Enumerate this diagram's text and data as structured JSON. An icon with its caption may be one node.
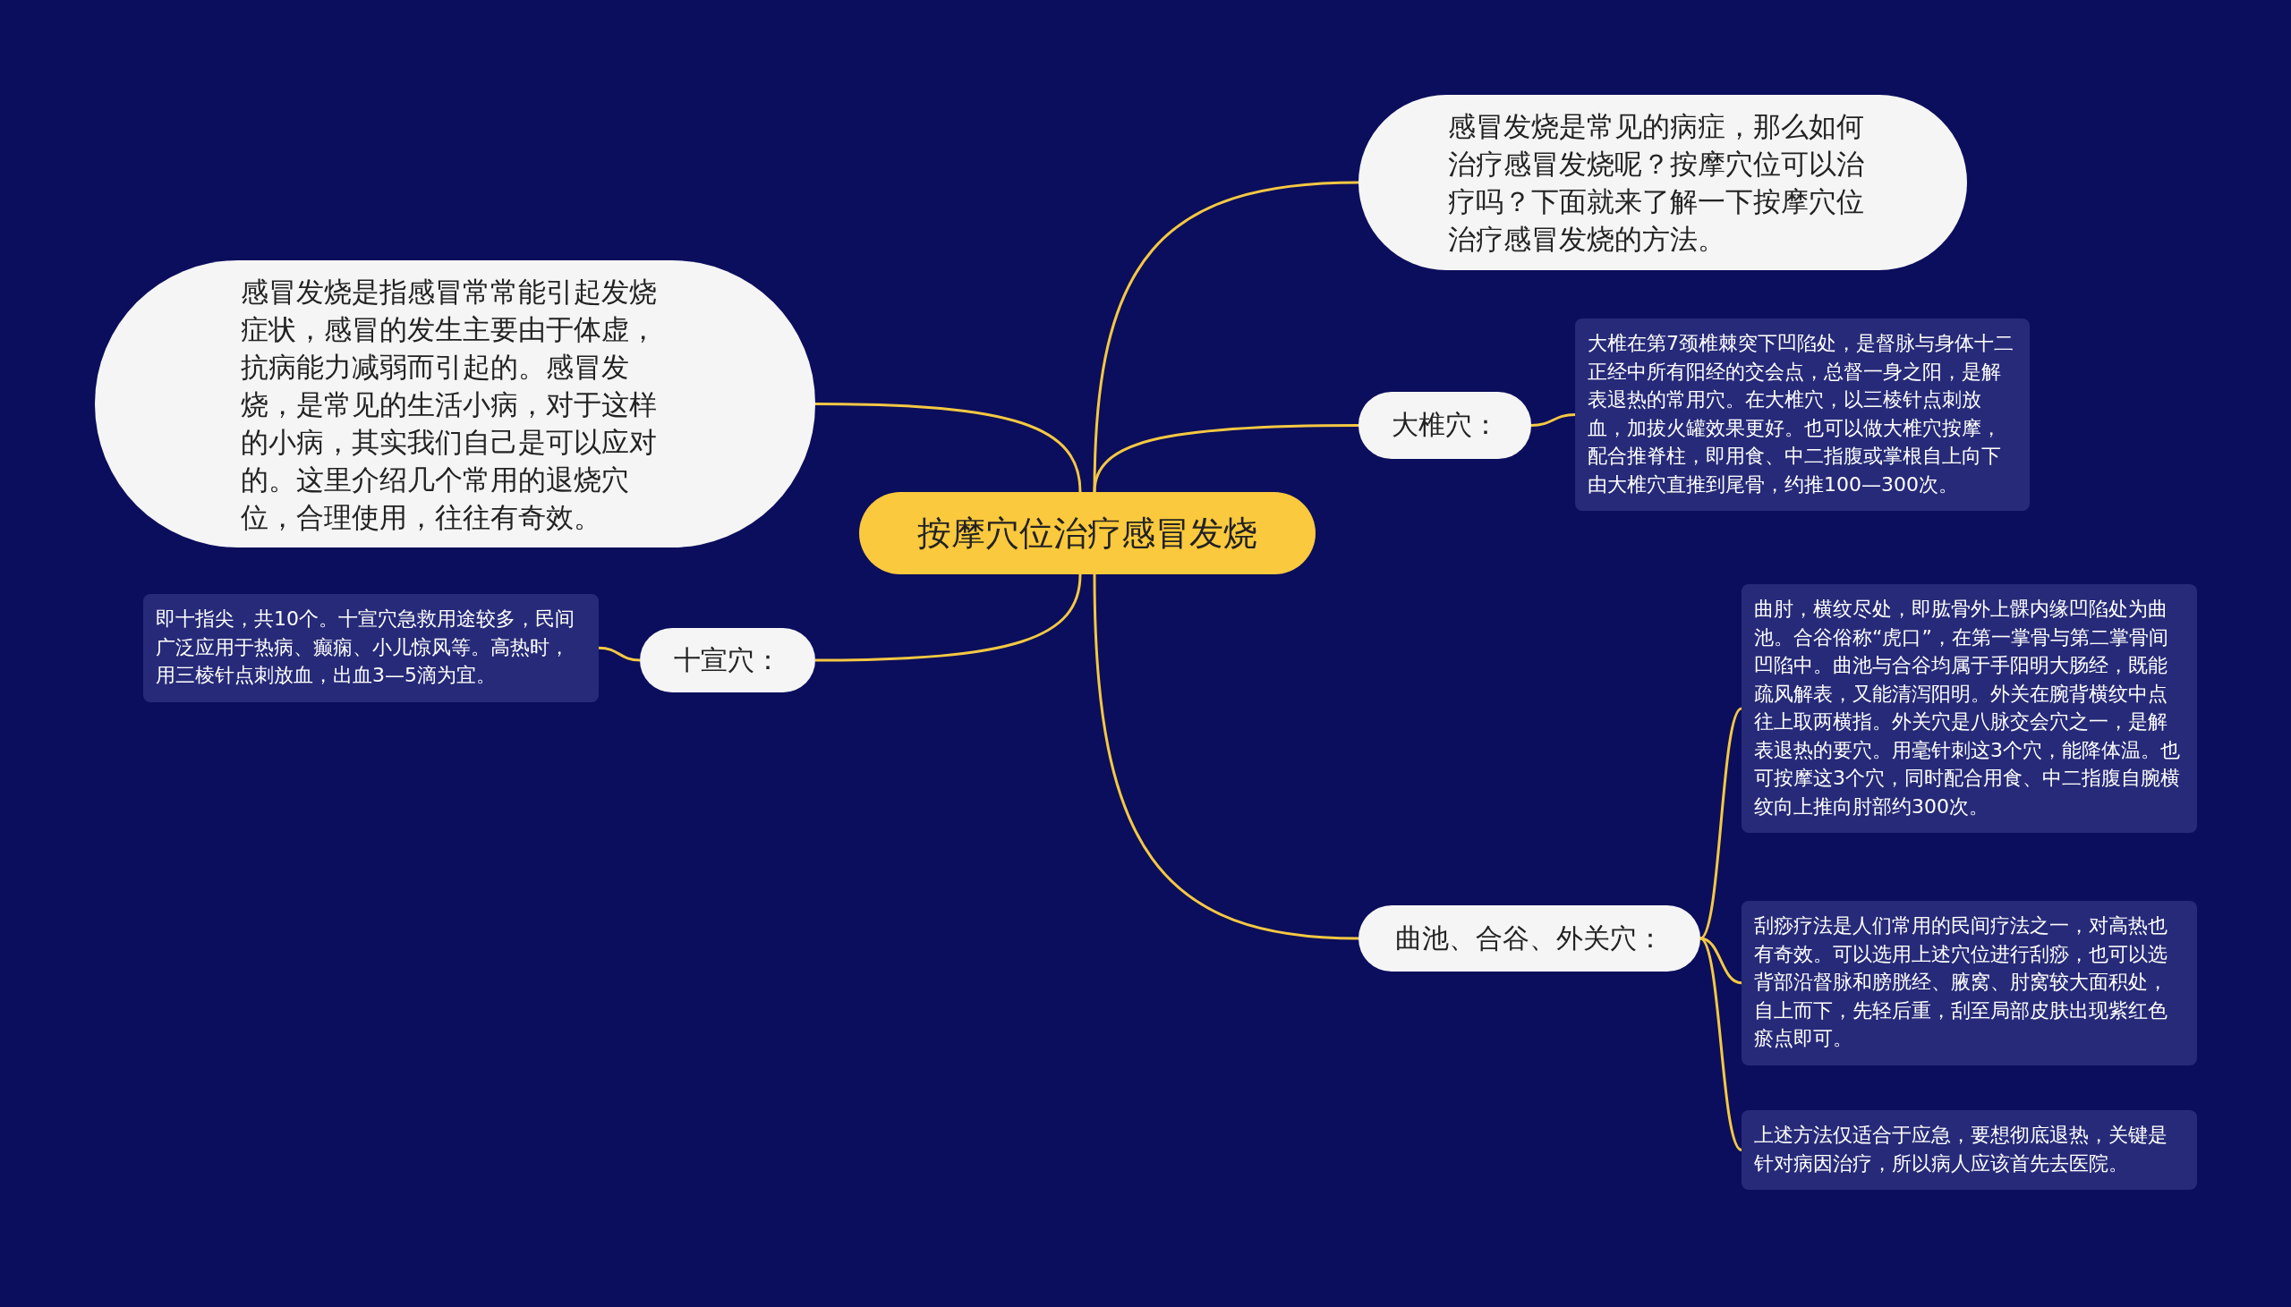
{
  "diagram": {
    "nodes": [
      {
        "text": [
          "按摩穴位治疗感冒发烧"
        ]
      },
      {
        "text": [
          "感冒发烧是常见的病症，那么如何治疗感冒发烧呢？按摩穴位可以治疗吗？下面就来了解一下按摩穴位治疗感冒发烧的方法。"
        ]
      },
      {
        "text": [
          "感冒发烧是指感冒常常能引起发烧症状，感冒的发生主要由于体虚，抗病能力减弱而引起的。感冒发烧，是常见的生活小病，对于这样的小病，其实我们自己是可以应对的。这里介绍几个常用的退烧穴位，合理使用，往往有奇效。"
        ]
      },
      {
        "text": [
          "大椎穴："
        ]
      },
      {
        "text": [
          "大椎在第7颈椎棘突下凹陷处，是督脉与身体十二正经中所有阳经的交会点，总督一身之阳，是解表退热的常用穴。在大椎穴，以三棱针点刺放血，加拔火罐效果更好。也可以做大椎穴按摩，配合推脊柱，即用食、中二指腹或掌根自上向下由大椎穴直推到尾骨，约推100—300次。"
        ]
      },
      {
        "text": [
          "十宣穴："
        ]
      },
      {
        "text": [
          "即十指尖，共10个。十宣穴急救用途较多，民间广泛应用于热病、癫痫、小儿惊风等。高热时，用三棱针点刺放血，出血3—5滴为宜。"
        ]
      },
      {
        "text": [
          "曲池、合谷、外关穴："
        ]
      },
      {
        "text": [
          "曲肘，横纹尽处，即肱骨外上髁内缘凹陷处为曲池。合谷俗称“虎口”，在第一掌骨与第二掌骨间凹陷中。曲池与合谷均属于手阳明大肠经，既能疏风解表，又能清泻阳明。外关在腕背横纹中点往上取两横指。外关穴是八脉交会穴之一，是解表退热的要穴。用毫针刺这3个穴，能降体温。也可按摩这3个穴，同时配合用食、中二指腹自腕横纹向上推向肘部约300次。"
        ]
      },
      {
        "text": [
          "刮痧疗法是人们常用的民间疗法之一，对高热也有奇效。可以选用上述穴位进行刮痧，也可以选背部沿督脉和膀胱经、腋窝、肘窝较大面积处，自上而下，先轻后重，刮至局部皮肤出现紫红色瘀点即可。"
        ]
      },
      {
        "text": [
          "上述方法仅适合于应急，要想彻底退热，关键是针对病因治疗，所以病人应该首先去医院。"
        ]
      }
    ],
    "edges": [
      {
        "from": 0,
        "to": 1,
        "arrow": "none"
      },
      {
        "from": 0,
        "to": 2,
        "arrow": "none"
      },
      {
        "from": 0,
        "to": 3,
        "arrow": "none"
      },
      {
        "from": 3,
        "to": 4,
        "arrow": "none"
      },
      {
        "from": 0,
        "to": 5,
        "arrow": "none"
      },
      {
        "from": 5,
        "to": 6,
        "arrow": "none"
      },
      {
        "from": 0,
        "to": 7,
        "arrow": "none"
      },
      {
        "from": 7,
        "to": 8,
        "arrow": "none"
      },
      {
        "from": 7,
        "to": 9,
        "arrow": "none"
      },
      {
        "from": 7,
        "to": 10,
        "arrow": "none"
      }
    ]
  }
}
